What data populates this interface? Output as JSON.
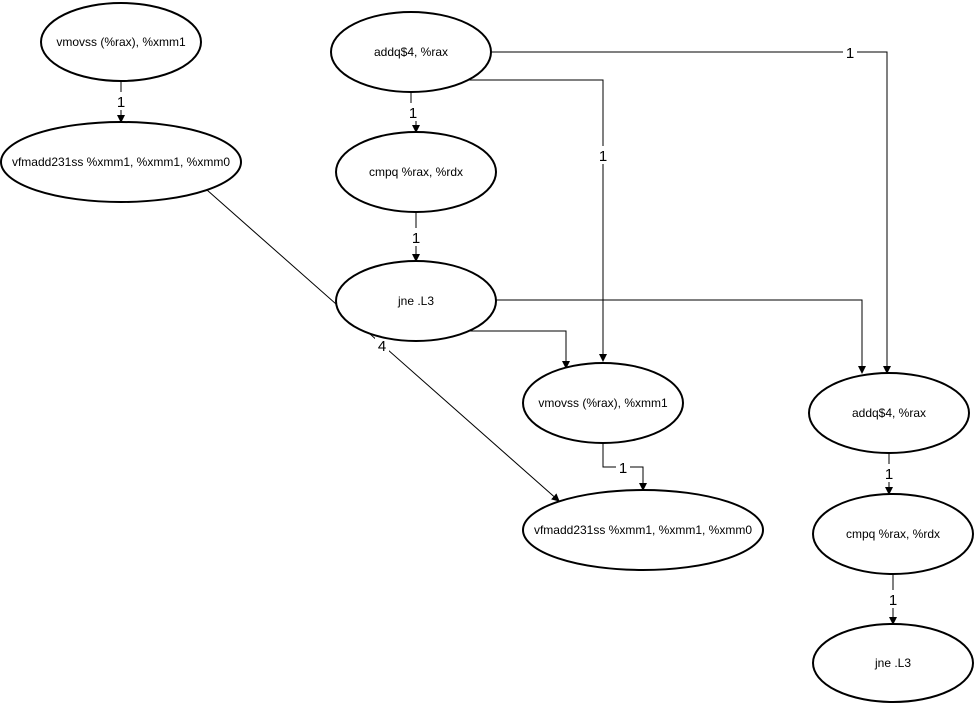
{
  "nodes": {
    "vmovss_1": "vmovss (%rax), %xmm1",
    "vfmadd_1": "vfmadd231ss %xmm1, %xmm1, %xmm0",
    "addq_1": "addq$4, %rax",
    "cmpq_1": "cmpq %rax, %rdx",
    "jne_1": "jne .L3",
    "vmovss_2": "vmovss (%rax), %xmm1",
    "vfmadd_2": "vfmadd231ss %xmm1, %xmm1, %xmm0",
    "addq_2": "addq$4, %rax",
    "cmpq_2": "cmpq %rax, %rdx",
    "jne_2": "jne .L3"
  },
  "edges": {
    "vmovss1_to_vfmadd1": "1",
    "addq1_to_cmpq1": "1",
    "addq1_to_vmovss2": "1",
    "addq1_to_addq2": "1",
    "cmpq1_to_jne1": "1",
    "vfmadd1_to_vfmadd2": "4",
    "vmovss2_to_vfmadd2": "1",
    "addq2_to_cmpq2": "1",
    "cmpq2_to_jne2": "1"
  }
}
